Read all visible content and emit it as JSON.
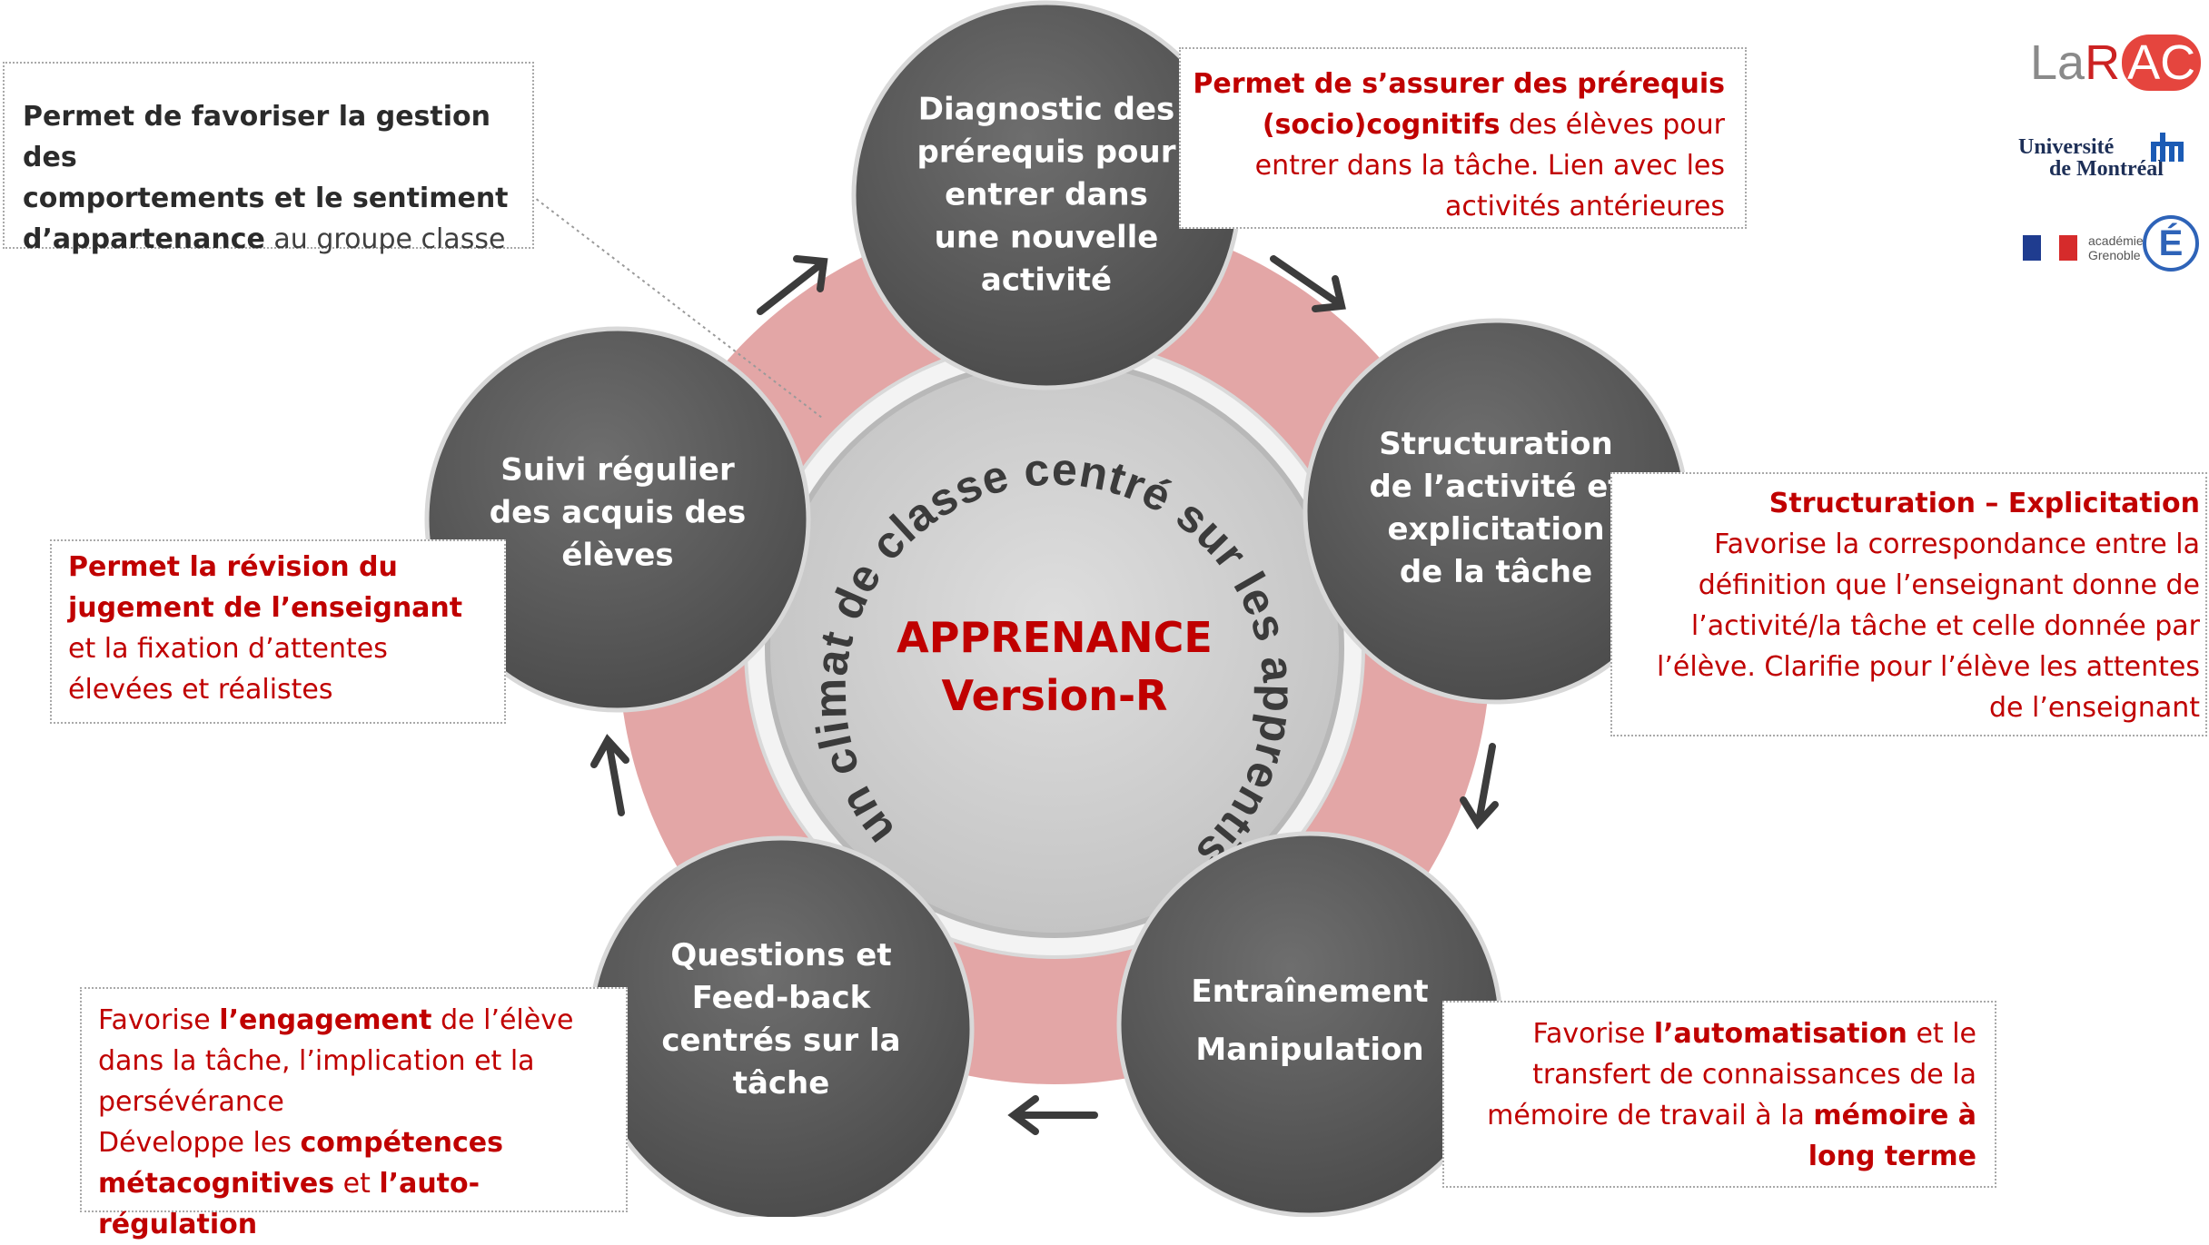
{
  "center": {
    "line1": "APPRENANCE",
    "line2": "Version-R"
  },
  "ring_text": "Etablir un climat de classe centré sur les apprentissages",
  "steps": [
    {
      "id": "diagnostic",
      "lines": [
        "Diagnostic des",
        "prérequis pour",
        "entrer dans",
        "une nouvelle",
        "activité"
      ]
    },
    {
      "id": "structuration",
      "lines": [
        "Structuration",
        "de l’activité et",
        "explicitation",
        "de la tâche"
      ]
    },
    {
      "id": "entrainement",
      "lines": [
        "Entraînement",
        "Manipulation"
      ]
    },
    {
      "id": "questions",
      "lines": [
        "Questions et",
        "Feed-back",
        "centrés sur la",
        "tâche"
      ]
    },
    {
      "id": "suivi",
      "lines": [
        "Suivi régulier",
        "des acquis des",
        "élèves"
      ]
    }
  ],
  "notes": {
    "top_left": {
      "l1a": "Permet de favoriser la gestion des",
      "l2a": "comportements et le sentiment",
      "l3a": "d’appartenance",
      "l3b": " au groupe classe"
    },
    "top_right": {
      "l1a": "Permet de s’assurer des prérequis",
      "l2a": "(socio)cognitifs",
      "l2b": " des élèves pour",
      "l3a": "entrer dans la tâche. Lien avec les",
      "l4a": "activités antérieures"
    },
    "right": {
      "l1a": "Structuration – Explicitation",
      "l2a": "Favorise la correspondance entre la",
      "l3a": "définition que l’enseignant donne de",
      "l4a": "l’activité/la tâche et celle donnée par",
      "l5a": "l’élève. Clarifie pour l’élève les attentes",
      "l6a": "de l’enseignant"
    },
    "left": {
      "l1a": "Permet la révision du",
      "l2a": "jugement de l’enseignant",
      "l3a": "et la fixation d’attentes",
      "l4a": "élevées et réalistes"
    },
    "bottom_left": {
      "l1a": "Favorise ",
      "l1b": "l’engagement",
      "l1c": " de l’élève",
      "l2a": "dans la tâche, l’implication et  la",
      "l3a": "persévérance",
      "l4a": "Développe les ",
      "l4b": "compétences",
      "l5a": "métacognitives",
      "l5b": " et ",
      "l5c": "l’auto-régulation"
    },
    "bottom_right": {
      "l1a": "Favorise ",
      "l1b": "l’automatisation",
      "l1c": " et le",
      "l2a": "transfert de connaissances de la",
      "l3a": "mémoire de travail à la ",
      "l3b": "mémoire à",
      "l4a": "long terme"
    }
  },
  "logos": {
    "larac": {
      "part1": "La",
      "part2": "R",
      "part3": "AC"
    },
    "udem": {
      "line1": "Université",
      "line2": "de Montréal"
    },
    "academie": {
      "line1": "académie",
      "line2": "Grenoble",
      "letter": "É"
    }
  },
  "colors": {
    "ring": "#e3a6a6",
    "circle": "#5a5a5a",
    "red_text": "#c00000",
    "center_disc": "#cfcfcf"
  }
}
